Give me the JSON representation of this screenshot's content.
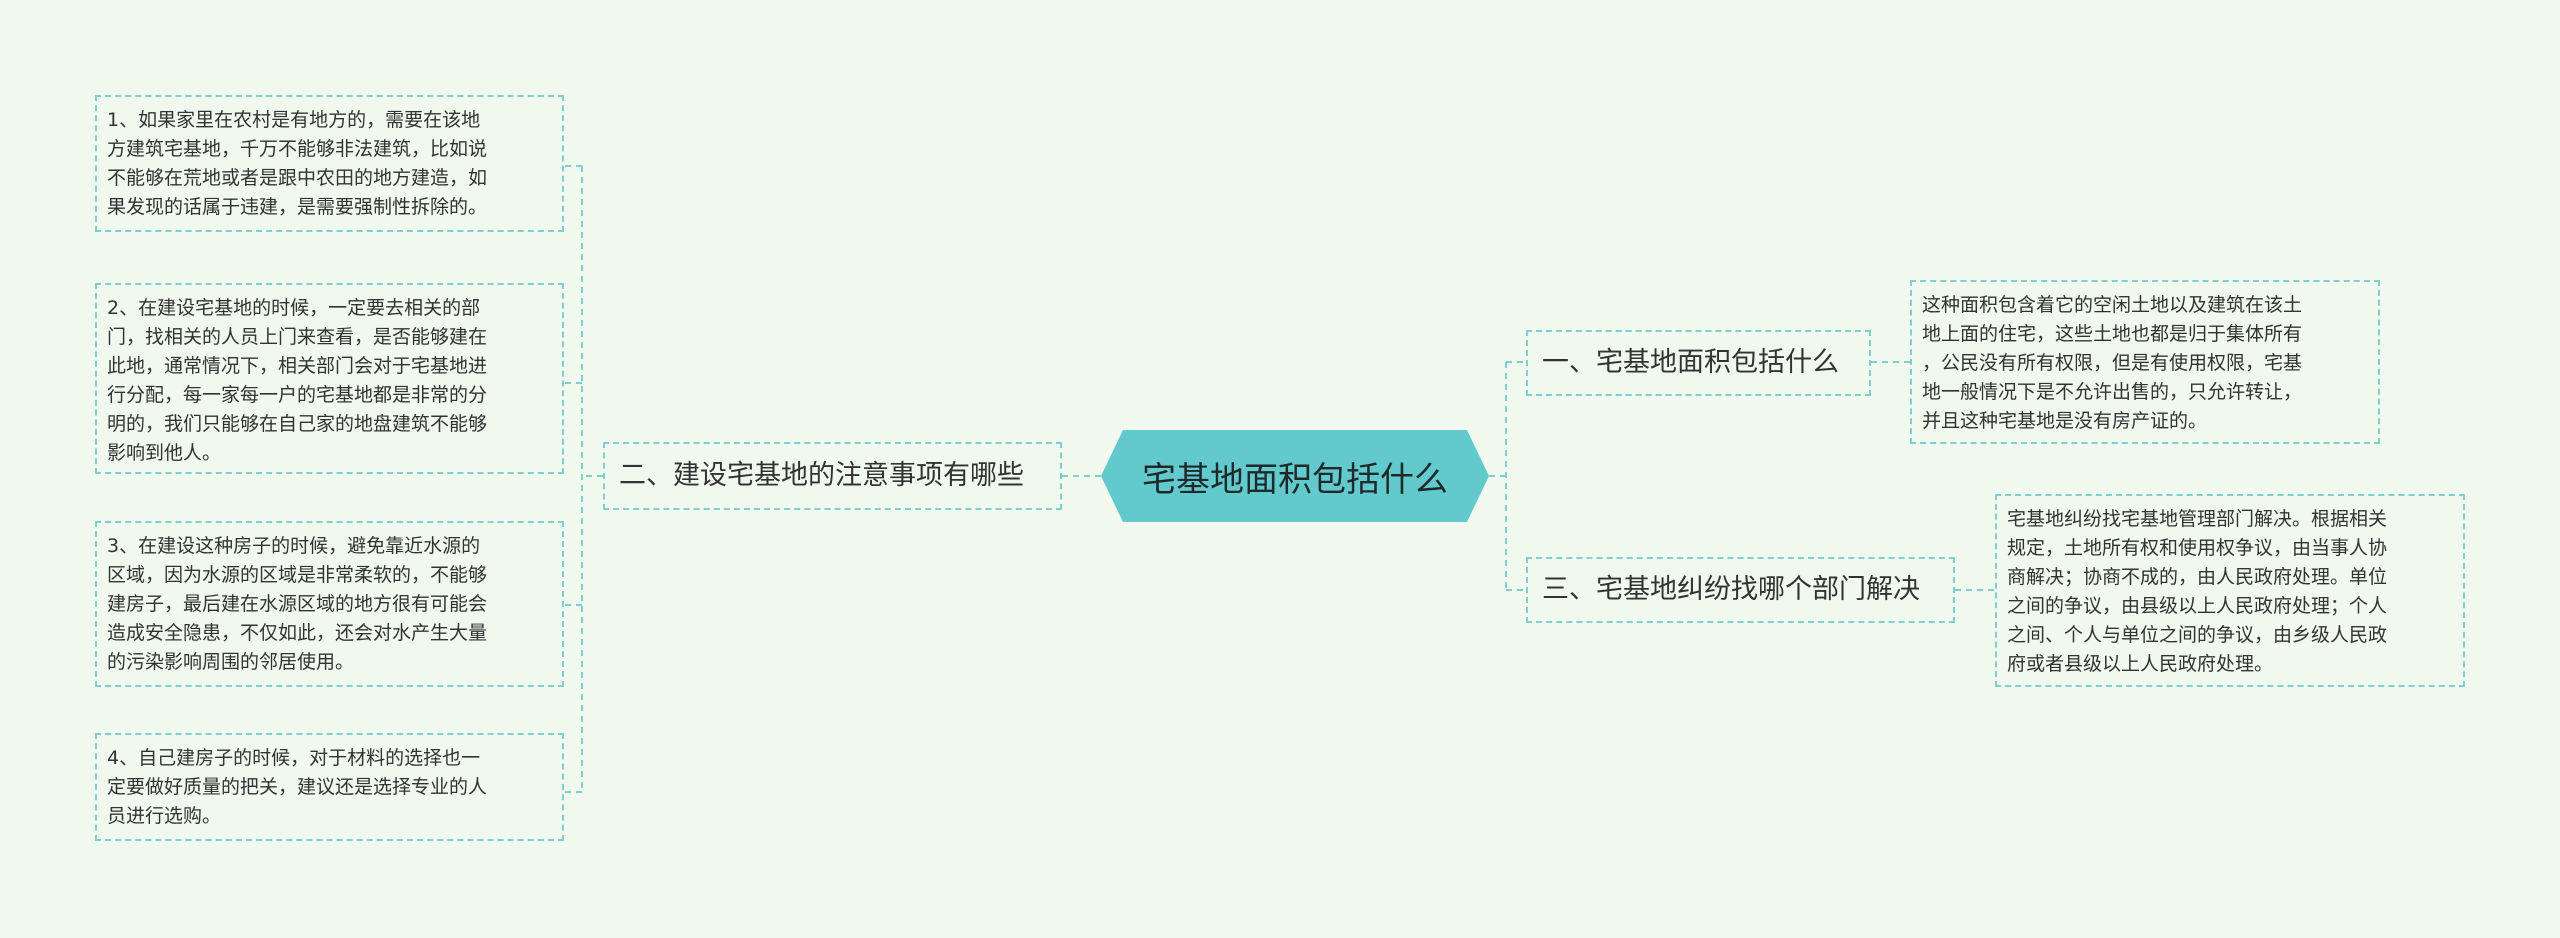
{
  "root": {
    "title": "宅基地面积包括什么"
  },
  "left_branch": {
    "title": "二、建设宅基地的注意事项有哪些",
    "items": [
      "1、如果家里在农村是有地方的，需要在该地\n方建筑宅基地，千万不能够非法建筑，比如说\n不能够在荒地或者是跟中农田的地方建造，如\n果发现的话属于违建，是需要强制性拆除的。",
      "2、在建设宅基地的时候，一定要去相关的部\n门，找相关的人员上门来查看，是否能够建在\n此地，通常情况下，相关部门会对于宅基地进\n行分配，每一家每一户的宅基地都是非常的分\n明的，我们只能够在自己家的地盘建筑不能够\n影响到他人。",
      "3、在建设这种房子的时候，避免靠近水源的\n区域，因为水源的区域是非常柔软的，不能够\n建房子，最后建在水源区域的地方很有可能会\n造成安全隐患，不仅如此，还会对水产生大量\n的污染影响周围的邻居使用。",
      "4、自己建房子的时候，对于材料的选择也一\n定要做好质量的把关，建议还是选择专业的人\n员进行选购。"
    ]
  },
  "right_branches": [
    {
      "title": "一、宅基地面积包括什么",
      "detail": "这种面积包含着它的空闲土地以及建筑在该土\n地上面的住宅，这些土地也都是归于集体所有\n，公民没有所有权限，但是有使用权限，宅基\n地一般情况下是不允许出售的，只允许转让，\n并且这种宅基地是没有房产证的。"
    },
    {
      "title": "三、宅基地纠纷找哪个部门解决",
      "detail": "宅基地纠纷找宅基地管理部门解决。根据相关\n规定，土地所有权和使用权争议，由当事人协\n商解决；协商不成的，由人民政府处理。单位\n之间的争议，由县级以上人民政府处理；个人\n之间、个人与单位之间的争议，由乡级人民政\n府或者县级以上人民政府处理。"
    }
  ],
  "colors": {
    "background": "#f1f8ee",
    "root_fill": "#62c9cc",
    "connector": "#7ecfd2",
    "text": "#333333"
  }
}
